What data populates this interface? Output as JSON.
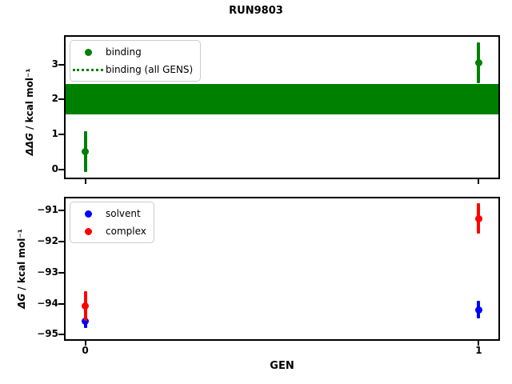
{
  "title": "RUN9803",
  "colors": {
    "binding": "#008000",
    "solvent": "#0000ff",
    "complex": "#ff0000",
    "band": "#008000",
    "axis": "#000000",
    "legend_border": "#cccccc"
  },
  "chart_data": [
    {
      "type": "scatter",
      "ylabel_math": "ΔΔG",
      "ylabel_rest": " / kcal mol⁻¹",
      "xlim": [
        -0.05,
        1.05
      ],
      "ylim": [
        -0.24,
        3.8
      ],
      "yticks": [
        {
          "v": 0,
          "label": "0"
        },
        {
          "v": 1,
          "label": "1"
        },
        {
          "v": 2,
          "label": "2"
        },
        {
          "v": 3,
          "label": "3"
        }
      ],
      "xticks": [
        {
          "v": 0,
          "label": ""
        },
        {
          "v": 1,
          "label": ""
        }
      ],
      "show_xtick_labels": false,
      "band": {
        "lo": 1.57,
        "hi": 2.45,
        "color": "#008000",
        "name": "binding (all GENS)"
      },
      "series": [
        {
          "name": "binding",
          "color": "#008000",
          "x": [
            0,
            1
          ],
          "y": [
            0.5,
            3.05
          ],
          "yerr": [
            0.58,
            0.58
          ]
        }
      ],
      "legend": [
        {
          "label": "binding",
          "marker": "dot",
          "color": "#008000"
        },
        {
          "label": "binding (all GENS)",
          "marker": "dotted-line",
          "color": "#008000"
        }
      ],
      "legend_position": "upper left",
      "grid": false
    },
    {
      "type": "scatter",
      "ylabel_math": "ΔG",
      "ylabel_rest": " / kcal mol⁻¹",
      "xlabel": "GEN",
      "xlim": [
        -0.05,
        1.05
      ],
      "ylim": [
        -95.15,
        -90.6
      ],
      "yticks": [
        {
          "v": -91,
          "label": "−91"
        },
        {
          "v": -92,
          "label": "−92"
        },
        {
          "v": -93,
          "label": "−93"
        },
        {
          "v": -94,
          "label": "−94"
        },
        {
          "v": -95,
          "label": "−95"
        }
      ],
      "xticks": [
        {
          "v": 0,
          "label": "0"
        },
        {
          "v": 1,
          "label": "1"
        }
      ],
      "show_xtick_labels": true,
      "series": [
        {
          "name": "solvent",
          "color": "#0000ff",
          "x": [
            0,
            1
          ],
          "y": [
            -94.56,
            -94.2
          ],
          "yerr": [
            0.22,
            0.28
          ]
        },
        {
          "name": "complex",
          "color": "#ff0000",
          "x": [
            0,
            1
          ],
          "y": [
            -94.08,
            -91.25
          ],
          "yerr": [
            0.48,
            0.5
          ]
        }
      ],
      "legend": [
        {
          "label": "solvent",
          "marker": "dot",
          "color": "#0000ff"
        },
        {
          "label": "complex",
          "marker": "dot",
          "color": "#ff0000"
        }
      ],
      "legend_position": "upper left",
      "grid": false
    }
  ]
}
